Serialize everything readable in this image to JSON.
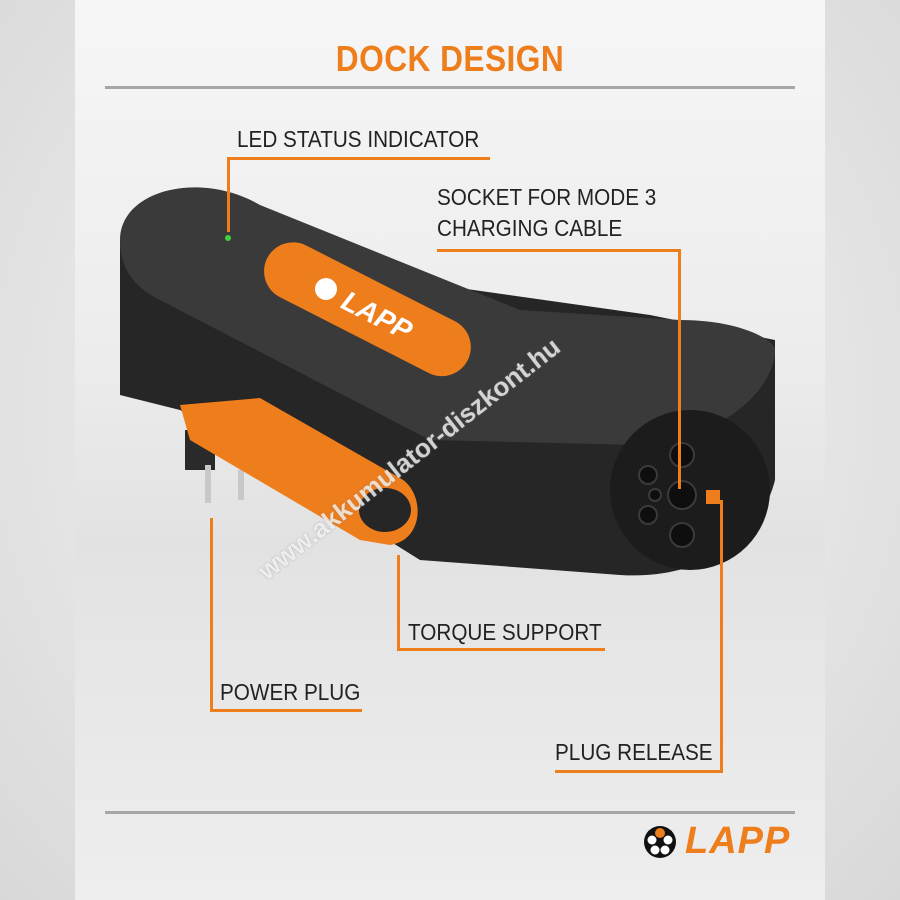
{
  "title": "DOCK DESIGN",
  "labels": {
    "led": "LED STATUS INDICATOR",
    "socket_line1": "SOCKET FOR MODE 3",
    "socket_line2": "CHARGING CABLE",
    "torque": "TORQUE SUPPORT",
    "power_plug": "POWER PLUG",
    "plug_release": "PLUG RELEASE"
  },
  "device_logo": "LAPP",
  "brand_logo": "LAPP",
  "watermark": "www.akkumulator-diszkont.hu",
  "colors": {
    "accent": "#ee7d1c",
    "device": "#2f2f2f",
    "led": "#3fd13f"
  }
}
